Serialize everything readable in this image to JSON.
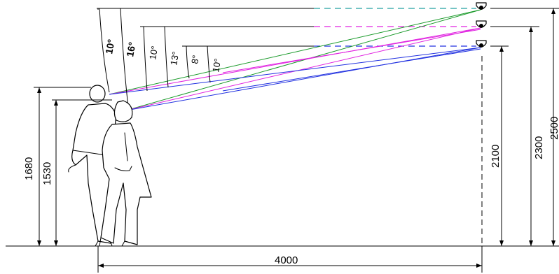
{
  "dimensions": {
    "distance": "4000",
    "eye_height_tall": "1680",
    "eye_height_short": "1530",
    "camera_height_low": "2100",
    "camera_height_mid": "2300",
    "camera_height_high": "2500"
  },
  "angles": {
    "a1": "10°",
    "a2": "16°",
    "a3": "10°",
    "a4": "13°",
    "a5": "8°",
    "a6": "10°"
  },
  "colors": {
    "green": "#1a9a2a",
    "magenta": "#e020e0",
    "blue": "#2030e0",
    "teal": "#20a0a0",
    "black": "#000000"
  },
  "icons": [
    "camera-icon",
    "person-icon"
  ]
}
